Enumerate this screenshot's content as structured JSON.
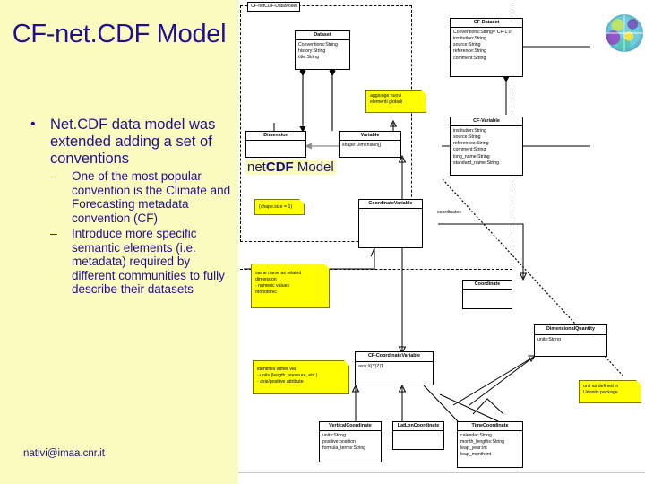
{
  "slide": {
    "title": "CF-net.CDF Model",
    "email": "nativi@imaa.cnr.it",
    "bullet_main": "Net.CDF data model was extended adding a set of conventions",
    "bullet_dot": "•",
    "sub_bullets": [
      {
        "dash": "–",
        "text": "One of the most popular convention is the Climate and Forecasting metadata convention (CF)"
      },
      {
        "dash": "–",
        "text": "Introduce more specific semantic elements (i.e. metadata) required by different communities to fully describe their datasets"
      }
    ]
  },
  "diagram": {
    "package_tab": "CF-netCDF-DataModel",
    "netcdf_label_pre": "net",
    "netcdf_label_mid": "CDF",
    "netcdf_label_post": " Model",
    "assoc_labels": [
      {
        "text": "coordinates"
      }
    ],
    "classes": [
      {
        "name": "Dataset",
        "attrs": [
          "Conventions:String",
          "history:String",
          "title:String"
        ]
      },
      {
        "name": "CF-Dataset",
        "attrs": [
          "Conventions:String=\"CF-1.0\"",
          "institution:String",
          "source:String",
          "reference:String",
          "comment:String"
        ]
      },
      {
        "name": "Dimension",
        "attrs": []
      },
      {
        "name": "Variable",
        "attrs": [
          "shape:Dimension[]"
        ]
      },
      {
        "name": "CF-Variable",
        "attrs": [
          "institution:String",
          "source:String",
          "references:String",
          "comment:String",
          "long_name:String",
          "standard_name:String"
        ]
      },
      {
        "name": "CoordinateVariable",
        "attrs": []
      },
      {
        "name": "Coordinate",
        "attrs": []
      },
      {
        "name": "CF-CoordinateVariable",
        "attrs": [
          "axis:X|Y|Z|T"
        ]
      },
      {
        "name": "DimensionalQuantity",
        "attrs": [
          "units:String"
        ]
      },
      {
        "name": "VerticalCoordinate",
        "attrs": [
          "units:String",
          "positive:position",
          "formula_terms:String"
        ]
      },
      {
        "name": "LatLonCoordinate",
        "attrs": []
      },
      {
        "name": "TimeCoordinate",
        "attrs": [
          "calendar:String",
          "month_lengths:String",
          "leap_year:int",
          "leap_month:int"
        ]
      }
    ],
    "notes": [
      {
        "lines": [
          "aggiunge nuovi",
          "elementi globali"
        ]
      },
      {
        "lines": [
          "{shape.size = 1}"
        ]
      },
      {
        "lines": [
          "same name as related",
          "dimension",
          "- numeric values",
          "  monotonic"
        ]
      },
      {
        "lines": [
          "identifies either via",
          "- units (length, pressure, etc.)",
          "- axis/positive attribute"
        ]
      },
      {
        "lines": [
          "unit as defined in",
          "Udunits package"
        ]
      }
    ]
  },
  "colors": {
    "panel_bg": "#fbfbc0",
    "text_blue": "#201090",
    "note_yellow": "#ffff00",
    "canvas": "#ffffff"
  }
}
